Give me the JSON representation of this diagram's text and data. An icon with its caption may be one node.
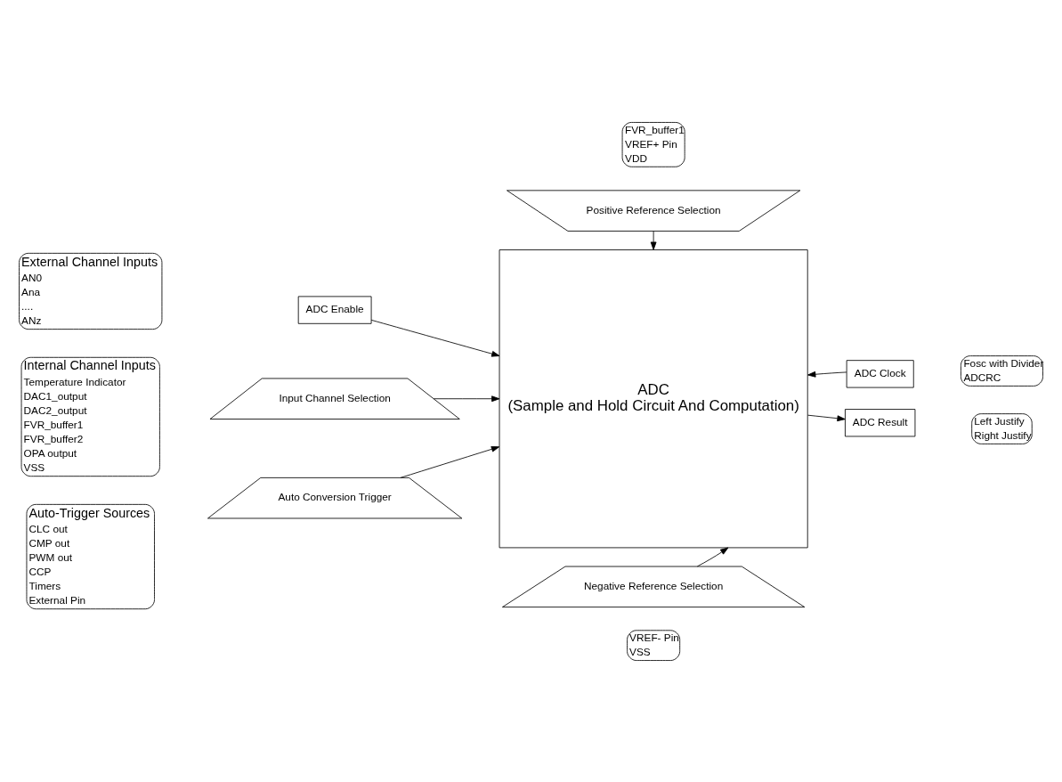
{
  "diagram": {
    "nodes": [
      {
        "text": [
          "ADC Enable"
        ]
      },
      {
        "text": [
          "Positive Reference Selection"
        ]
      },
      {
        "text": [
          "ADC",
          "(Sample and Hold Circuit And Computation)"
        ]
      },
      {
        "text": [
          "Input Channel Selection"
        ]
      },
      {
        "text": [
          "Auto Conversion Trigger"
        ]
      },
      {
        "text": [
          "ADC Clock"
        ]
      },
      {
        "text": [
          "ADC Result"
        ]
      },
      {
        "text": [
          "Negative Reference Selection"
        ]
      }
    ],
    "edges": [
      {
        "from": 0,
        "to": 2,
        "arrow": "to"
      },
      {
        "from": 1,
        "to": 2,
        "arrow": "to"
      },
      {
        "from": 3,
        "to": 2,
        "arrow": "to"
      },
      {
        "from": 4,
        "to": 2,
        "arrow": "to"
      },
      {
        "from": 5,
        "to": 2,
        "arrow": "to"
      },
      {
        "from": 2,
        "to": 6,
        "arrow": "to"
      },
      {
        "from": 7,
        "to": 2,
        "arrow": "to"
      }
    ],
    "labels": [
      "FVR_buffer1",
      "VREF+ Pin",
      "VDD",
      "External Channel Inputs",
      "AN0",
      "Ana",
      "....",
      "ANz",
      "Internal Channel Inputs",
      "Temperature Indicator",
      "DAC1_output",
      "DAC2_output",
      "FVR_buffer1",
      "FVR_buffer2",
      "OPA output",
      "VSS",
      "Auto-Trigger Sources",
      "CLC out",
      "CMP out",
      "PWM out",
      "CCP",
      "Timers",
      "External Pin",
      "Fosc with Divider",
      "ADCRC",
      "Left Justify",
      "Right Justify",
      "VREF- Pin",
      "VSS"
    ]
  }
}
